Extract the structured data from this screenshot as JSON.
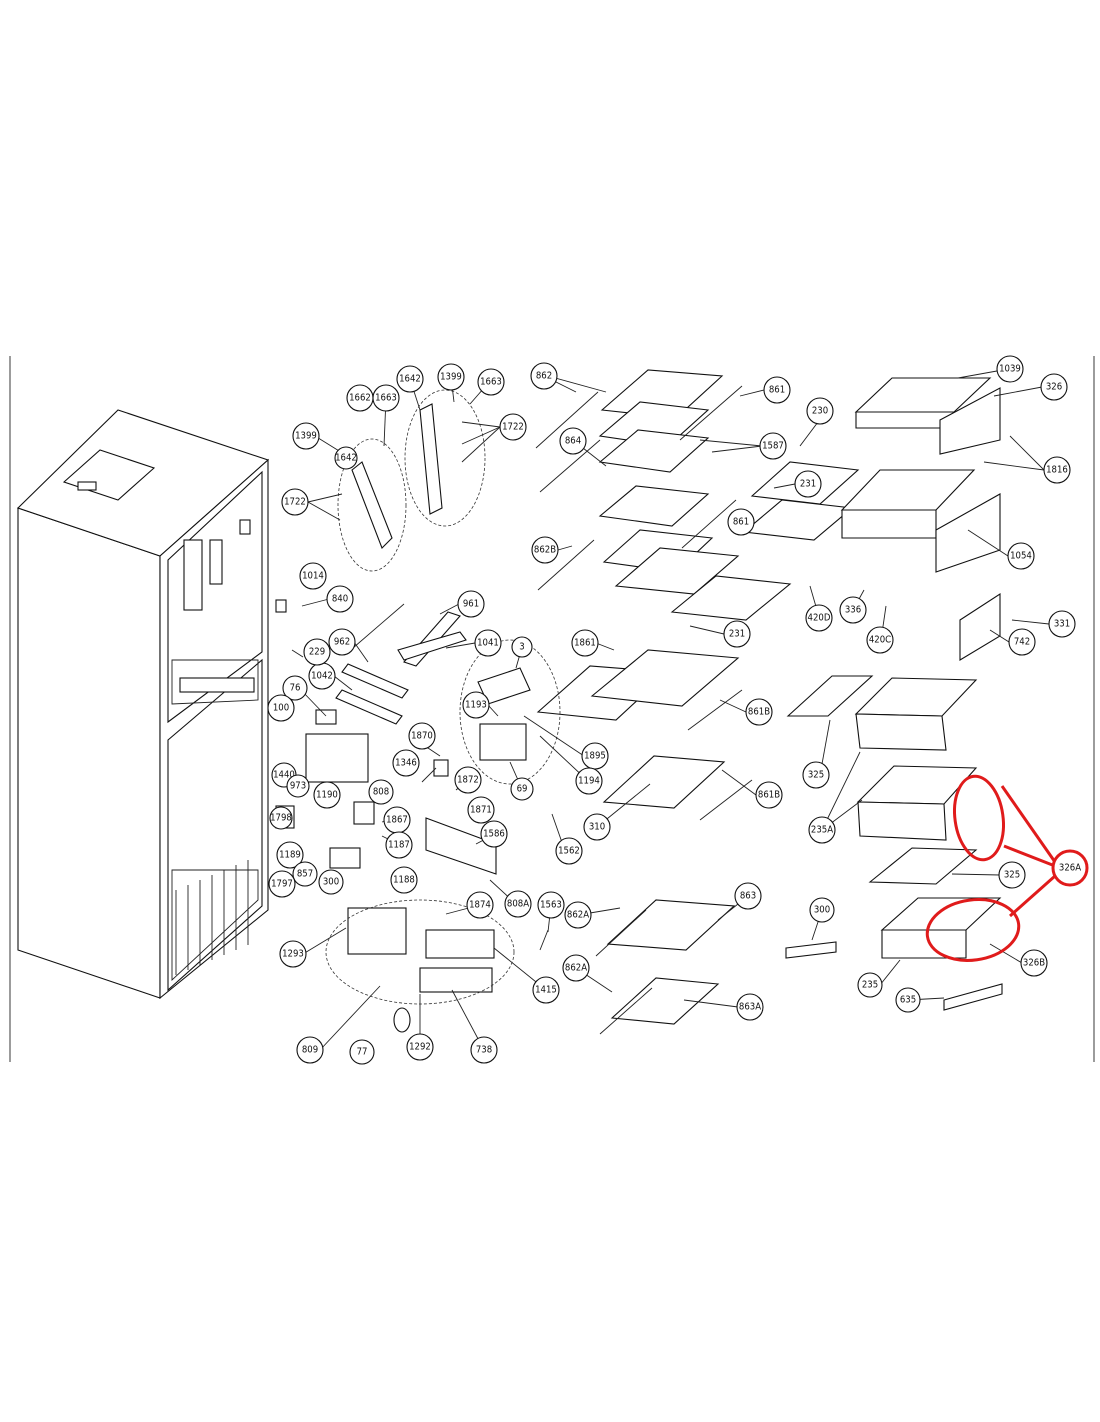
{
  "diagram": {
    "callouts": {
      "1039": "1039",
      "326": "326",
      "1816": "1816",
      "1054": "1054",
      "331": "331",
      "742": "742",
      "862": "862",
      "861": "861",
      "864": "864",
      "1587": "1587",
      "862B": "862B",
      "230": "230",
      "231": "231",
      "420D": "420D",
      "336": "336",
      "420C": "420C",
      "1861": "1861",
      "861B": "861B",
      "1895": "1895",
      "1194": "1194",
      "310": "310",
      "3": "3",
      "1193": "1193",
      "69": "69",
      "1562": "1562",
      "1642": "1642",
      "1399": "1399",
      "1663": "1663",
      "1662": "1662",
      "1722": "1722",
      "961": "961",
      "1041": "1041",
      "962": "962",
      "1042": "1042",
      "1014": "1014",
      "840": "840",
      "229": "229",
      "76": "76",
      "100": "100",
      "1870": "1870",
      "1346": "1346",
      "1872": "1872",
      "1440": "1440",
      "973": "973",
      "1190": "1190",
      "808": "808",
      "1867": "1867",
      "1871": "1871",
      "1586": "1586",
      "1798": "1798",
      "1187": "1187",
      "1189": "1189",
      "857": "857",
      "300": "300",
      "1188": "1188",
      "1797": "1797",
      "808A": "808A",
      "1874": "1874",
      "1563": "1563",
      "862A": "862A",
      "863": "863",
      "863A": "863A",
      "1293": "1293",
      "1415": "1415",
      "809": "809",
      "77": "77",
      "1292": "1292",
      "738": "738",
      "325": "325",
      "235A": "235A",
      "326A": "326A",
      "326B": "326B",
      "235": "235",
      "635": "635"
    },
    "highlight_color": "#e01b1b"
  }
}
